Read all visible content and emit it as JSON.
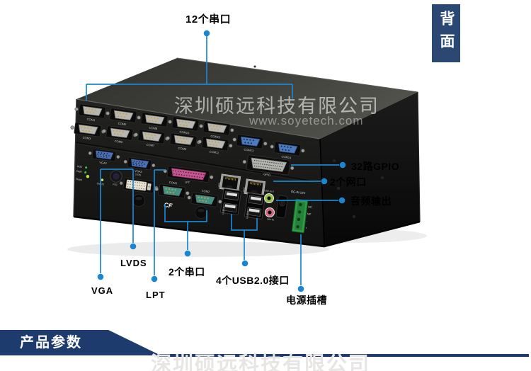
{
  "corner_tab": {
    "label": "背面"
  },
  "callouts": {
    "serial12": "12个串口",
    "gpio": "32路GPIO",
    "lan": "2个网口",
    "audio": "音频输出",
    "lvds": "LVDS",
    "vga": "VGA",
    "lpt": "LPT",
    "serial2": "2个串口",
    "usb4": "4个USB2.0接口",
    "power": "电源插槽"
  },
  "watermarks": {
    "company_top": "深圳硕远科技有限公司",
    "website": "www.soyetech.com",
    "company_bottom": "深圳硕远科技有限公司"
  },
  "banner": {
    "label": "产品参数"
  },
  "device": {
    "ports": {
      "com1": "COM1",
      "com2": "COM2",
      "com3": "COM3",
      "com4": "COM4",
      "com5": "COM5",
      "com6": "COM6",
      "com7": "COM7",
      "com8": "COM8",
      "com9": "COM9",
      "com10": "COM10",
      "com11": "COM11",
      "com12": "COM12",
      "com13": "COM13",
      "com14": "COM14",
      "vga1": "VGA1",
      "vga2": "VGA2",
      "lvds": "LVDS",
      "ps2": "PS2",
      "lpt": "LPT",
      "gpio": "GPIO",
      "lan1": "LAN1",
      "lan2": "LAN2",
      "usb12": "USB1/2",
      "usb34": "USB3/4",
      "lineout": "LINE-OUT",
      "micin": "MIC-IN",
      "hdd": "HDD",
      "pwr": "PWR",
      "reset": "Reset",
      "cmos": "CMOS",
      "dcin": "DC-IN 12V",
      "nc1": "NC",
      "nc2": "NC",
      "minus": "-",
      "plus": "+",
      "cf": "CF"
    }
  },
  "colors": {
    "accent_blue": "#1a86d0",
    "navy_banner": "#1d3b6c",
    "navy_tab": "#2b4873"
  }
}
